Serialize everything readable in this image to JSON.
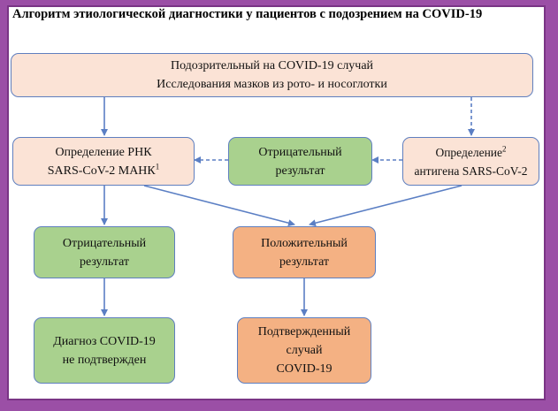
{
  "title": "Алгоритм этиологической диагностики у пациентов с подозрением на COVID-19",
  "nodes": {
    "suspected": {
      "line1": "Подозрительный на COVID-19 случай",
      "line2": "Исследования мазков из рото- и носоглотки"
    },
    "rna": {
      "line1": "Определение РНК",
      "line2": "SARS-CoV-2 МАНК",
      "sup": "1"
    },
    "neg_mid": {
      "line1": "Отрицательный",
      "line2": "результат"
    },
    "antigen": {
      "line1": "Определение",
      "sup": "2",
      "line2": "антигена SARS-CoV-2"
    },
    "neg_left": {
      "line1": "Отрицательный",
      "line2": "результат"
    },
    "positive": {
      "line1": "Положительный",
      "line2": "результат"
    },
    "not_confirmed": {
      "line1": "Диагноз COVID-19",
      "line2": "не подтвержден"
    },
    "confirmed": {
      "line1": "Подтвержденный",
      "line2": "случай",
      "line3": "COVID-19"
    }
  },
  "colors": {
    "background": "#9b4fa6",
    "peach": "#fbe3d6",
    "green": "#a9d18e",
    "orange": "#f4b183",
    "arrow": "#5b7fc4"
  }
}
